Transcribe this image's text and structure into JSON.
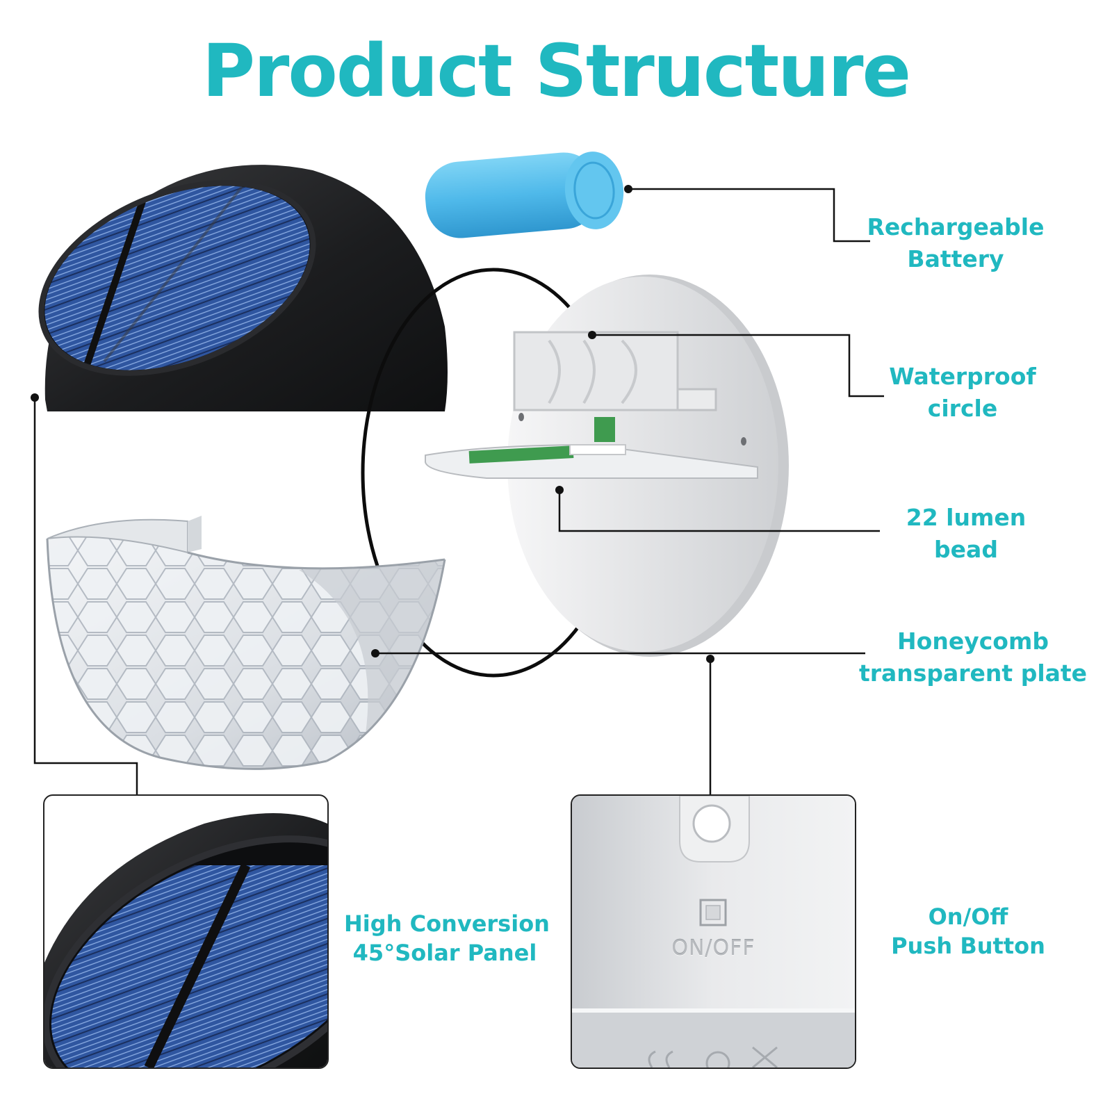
{
  "title": "Product Structure",
  "colors": {
    "accent": "#20b8c0",
    "leader_line": "#111111",
    "solar_cover": "#1c1d1f",
    "solar_cell": "#3a5fa8",
    "battery": "#4fb9ea",
    "base_plate": "#e6e7e9",
    "o_ring": "#0c0c0c",
    "pcb": "#3f9b4f"
  },
  "labels": {
    "battery": {
      "line1": "Rechargeable",
      "line2": "Battery"
    },
    "waterproof": {
      "line1": "Waterproof",
      "line2": "circle"
    },
    "lumen": {
      "line1": "22 lumen",
      "line2": "bead"
    },
    "honeycomb": {
      "line1": "Honeycomb",
      "line2": "transparent plate"
    },
    "solar_panel": {
      "line1": "High Conversion",
      "line2": "45°Solar Panel"
    },
    "switch": {
      "line1": "On/Off",
      "line2": "Push Button"
    }
  },
  "button_print": "ON/OFF"
}
